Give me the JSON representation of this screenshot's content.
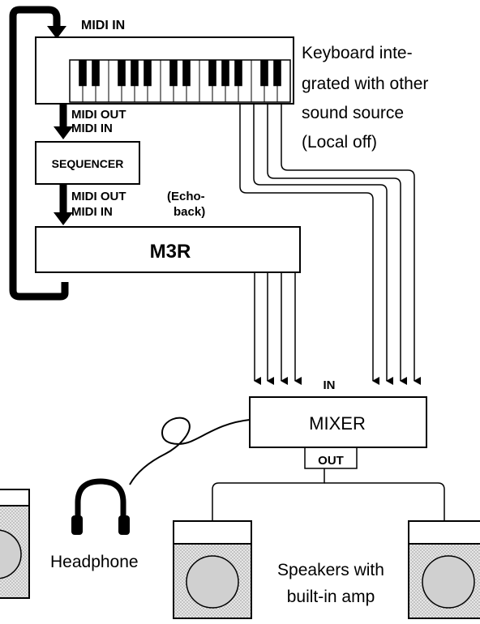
{
  "labels": {
    "midi_in_top": "MIDI IN",
    "keyboard_line1": "Keyboard inte-",
    "keyboard_line2": "grated with other",
    "keyboard_line3": "sound source",
    "keyboard_line4": "(Local off)",
    "midi_out_1": "MIDI OUT",
    "midi_in_2": "MIDI IN",
    "sequencer": "SEQUENCER",
    "midi_out_2": "MIDI OUT",
    "echo_1": "(Echo-",
    "midi_in_3": "MIDI IN",
    "echo_2": "back)",
    "m3r": "M3R",
    "mixer_in": "IN",
    "mixer": "MIXER",
    "mixer_out": "OUT",
    "headphone": "Headphone",
    "speakers_line1": "Speakers with",
    "speakers_line2": "built-in amp"
  },
  "colors": {
    "line": "#000000",
    "speaker_fill": "#d9d9d9",
    "background": "#ffffff"
  }
}
